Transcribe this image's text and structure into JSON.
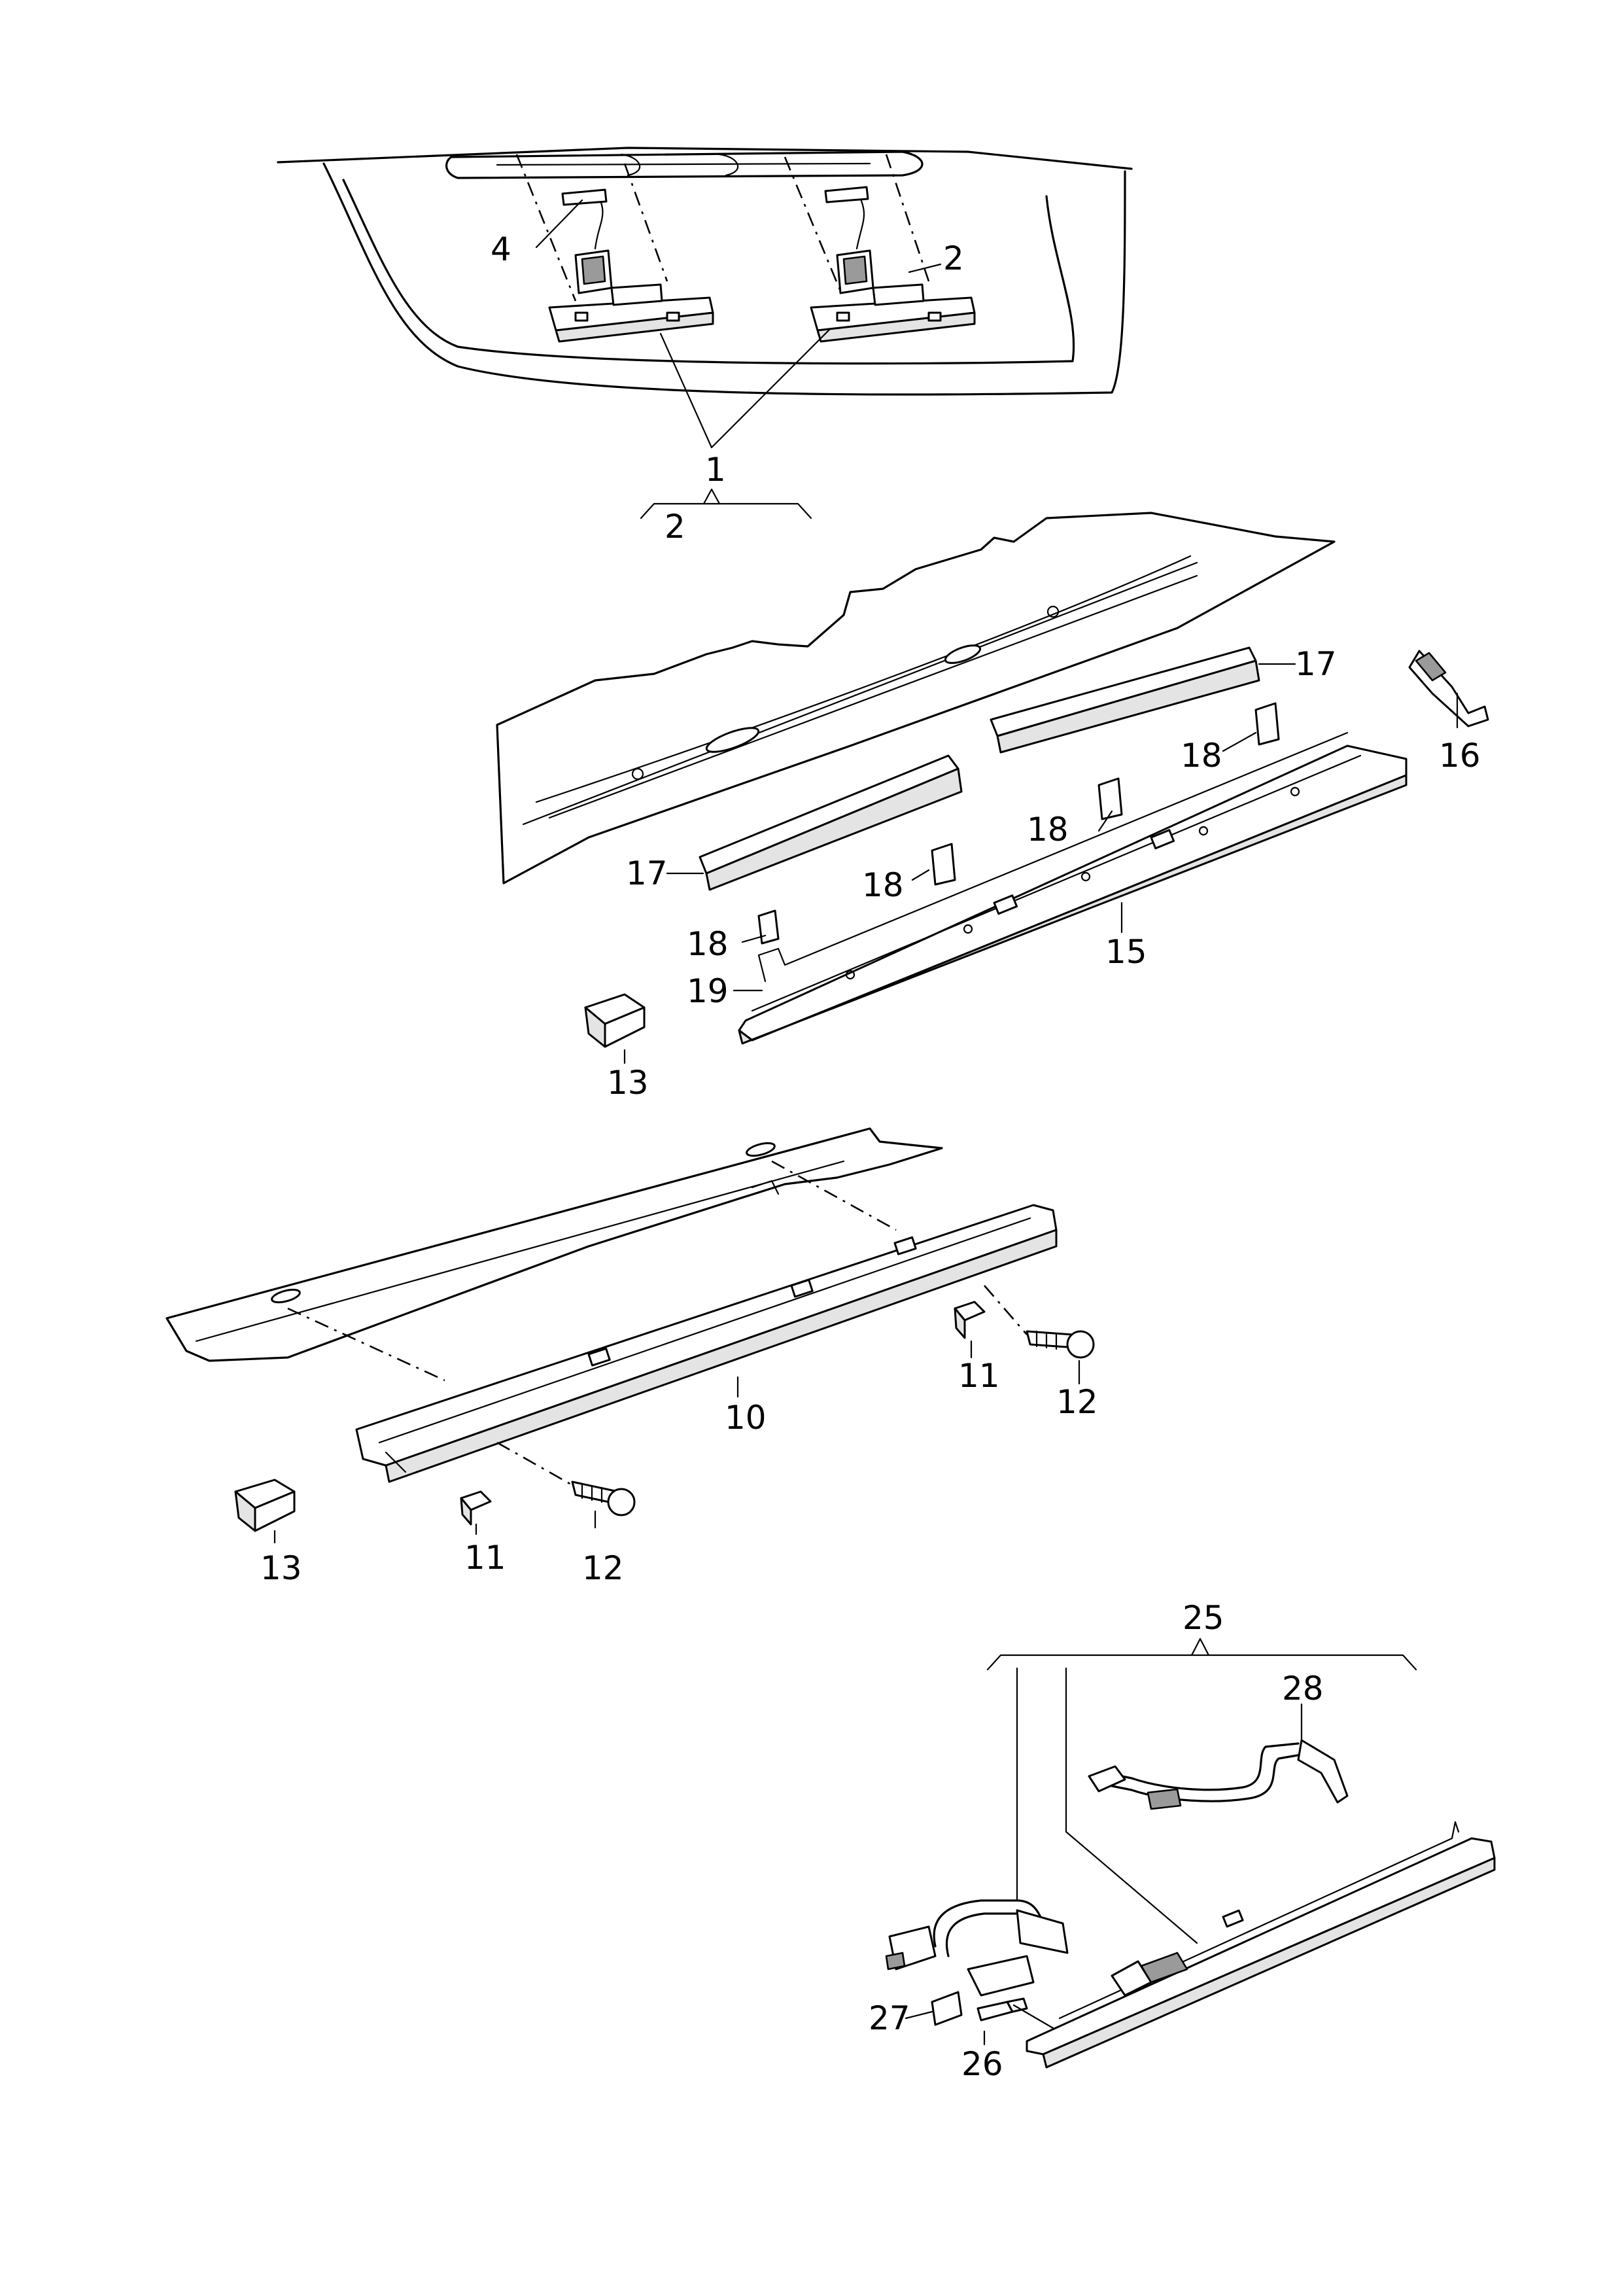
{
  "callouts": {
    "c1": "1",
    "c2": "2",
    "c2b": "2",
    "c4": "4",
    "c10": "10",
    "c11a": "11",
    "c11b": "11",
    "c12a": "12",
    "c12b": "12",
    "c13a": "13",
    "c13b": "13",
    "c15": "15",
    "c16": "16",
    "c17a": "17",
    "c17b": "17",
    "c18a": "18",
    "c18b": "18",
    "c18c": "18",
    "c18d": "18",
    "c19": "19",
    "c25": "25",
    "c26": "26",
    "c27": "27",
    "c28": "28"
  }
}
